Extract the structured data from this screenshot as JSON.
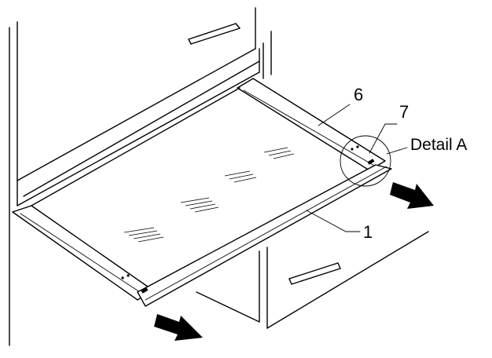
{
  "diagram": {
    "callouts": [
      {
        "id": "1",
        "text": "1"
      },
      {
        "id": "6",
        "text": "6"
      },
      {
        "id": "7",
        "text": "7"
      }
    ],
    "detail_label": "Detail A",
    "icons": [
      "arrow-right-icon",
      "arrow-right-icon"
    ]
  }
}
